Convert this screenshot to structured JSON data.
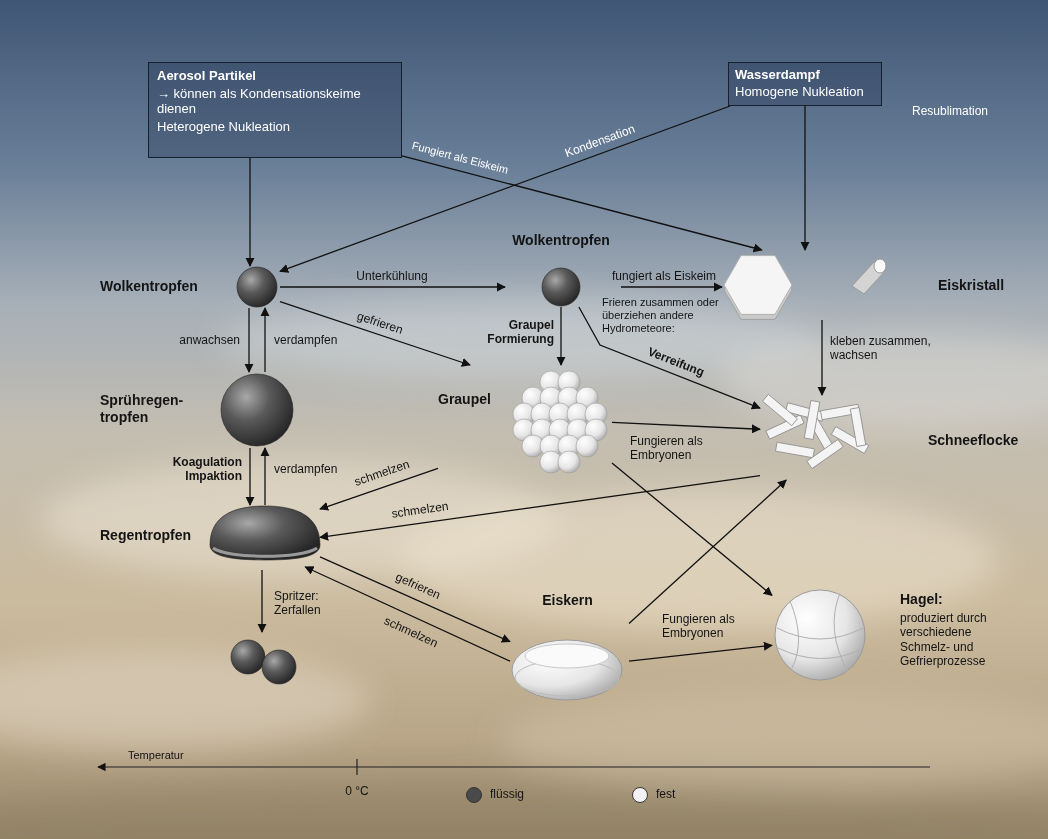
{
  "diagram": {
    "nodes": [
      {
        "text": [
          "Aerosol Partikel",
          "→ können als Kondensationskeime dienen",
          "Heterogene Nukleation"
        ]
      },
      {
        "text": [
          "Wasserdampf",
          "Homogene Nukleation"
        ]
      },
      {
        "text": [
          "Wolkentropfen"
        ]
      },
      {
        "text": [
          "Wolkentropfen"
        ]
      },
      {
        "text": [
          "Eiskristall"
        ]
      },
      {
        "text": [
          "Sprühregen- tropfen"
        ]
      },
      {
        "text": [
          "Graupel"
        ]
      },
      {
        "text": [
          "Schneeflocke"
        ]
      },
      {
        "text": [
          "Regentropfen"
        ]
      },
      {
        "text": [
          "Eiskern"
        ]
      },
      {
        "text": [
          "Hagel:",
          "produziert durch verschiedene Schmelz- und Gefrierprozesse"
        ]
      }
    ],
    "edges": [
      {
        "from": 0,
        "to": 2,
        "arrow": "to"
      },
      {
        "from": 0,
        "to": 4,
        "label": "Fungiert als Eiskeim",
        "arrow": "to"
      },
      {
        "from": 1,
        "to": 2,
        "label": "Kondensation",
        "arrow": "to"
      },
      {
        "from": 1,
        "to": 4,
        "arrow": "to"
      },
      {
        "from": 2,
        "to": 3,
        "label": "Unterkühlung",
        "arrow": "to"
      },
      {
        "from": 3,
        "to": 4,
        "label": "fungiert als Eiskeim",
        "arrow": "to"
      },
      {
        "from": 2,
        "to": 5,
        "label": "anwachsen",
        "arrow": "to"
      },
      {
        "from": 5,
        "to": 2,
        "label": "verdampfen",
        "arrow": "to"
      },
      {
        "from": 2,
        "to": 6,
        "label": "gefrieren",
        "arrow": "to"
      },
      {
        "from": 3,
        "to": 6,
        "label": "Graupel Formierung",
        "arrow": "to"
      },
      {
        "from": 3,
        "to": 7,
        "label": "Verreifung",
        "arrow": "to"
      },
      {
        "from": 4,
        "to": 7,
        "label": "kleben zusammen, wachsen",
        "arrow": "to"
      },
      {
        "from": 6,
        "to": 7,
        "label": "Fungieren als Embryonen",
        "arrow": "to"
      },
      {
        "from": 6,
        "to": 10,
        "arrow": "to"
      },
      {
        "from": 7,
        "to": 8,
        "label": "schmelzen",
        "arrow": "to"
      },
      {
        "from": 6,
        "to": 8,
        "label": "schmelzen",
        "arrow": "to"
      },
      {
        "from": 5,
        "to": 8,
        "label": "Koagulation Impaktion",
        "arrow": "to"
      },
      {
        "from": 8,
        "to": 5,
        "label": "verdampfen",
        "arrow": "to"
      },
      {
        "from": 8,
        "to": 9,
        "label": "gefrieren",
        "arrow": "to"
      },
      {
        "from": 9,
        "to": 8,
        "label": "schmelzen",
        "arrow": "to"
      },
      {
        "from": 9,
        "to": 7,
        "arrow": "to"
      },
      {
        "from": 9,
        "to": 10,
        "label": "Fungieren als Embryonen",
        "arrow": "to"
      }
    ],
    "labels": [
      "Resublimation",
      "Frieren zusammen oder überziehen andere Hydrometeore:",
      "Spritzer: Zerfallen",
      "Temperatur",
      "0 °C"
    ],
    "legend": [
      {
        "text": "flüssig",
        "color": "#4a4a4a"
      },
      {
        "text": "fest",
        "color": "#f2f2f2"
      }
    ]
  }
}
